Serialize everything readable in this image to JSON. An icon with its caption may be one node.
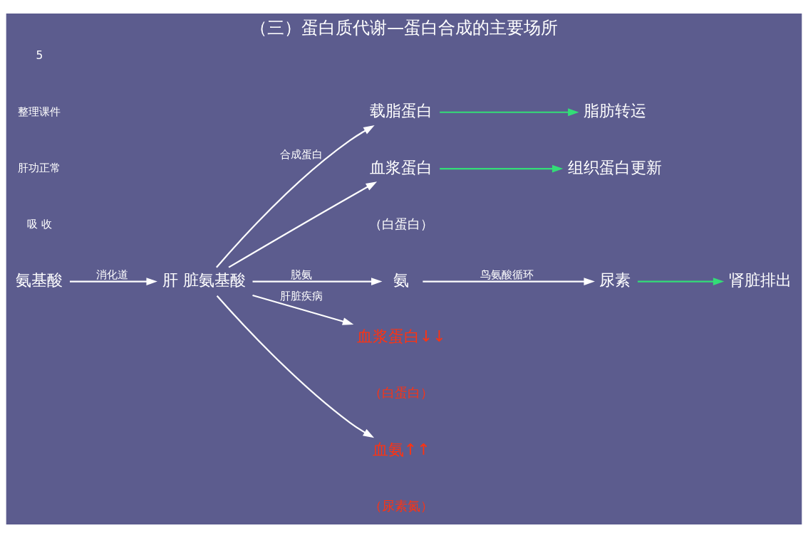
{
  "diagram": {
    "title": "（三）蛋白质代谢—蛋白合成的主要场所",
    "nodes": [
      {
        "text": [
          "氨基酸"
        ]
      },
      {
        "text": [
          "肝 脏氨基酸"
        ]
      },
      {
        "text": [
          "载脂蛋白"
        ]
      },
      {
        "text": [
          "脂肪转运"
        ]
      },
      {
        "text": [
          "血浆蛋白"
        ],
        "beside": [
          "（白蛋白）"
        ]
      },
      {
        "text": [
          "组织蛋白更新"
        ]
      },
      {
        "text": [
          "氨"
        ]
      },
      {
        "text": [
          "尿素"
        ]
      },
      {
        "text": [
          "肾脏排出"
        ]
      },
      {
        "text": [
          "血浆蛋白↓↓"
        ],
        "beside": [
          "（白蛋白）"
        ]
      },
      {
        "text": [
          "血氨↑↑"
        ],
        "beside": [
          "（尿素氮）"
        ]
      }
    ],
    "edges": [
      {
        "from": 0,
        "to": 1,
        "arrow": "to",
        "label": "消化道"
      },
      {
        "from": 1,
        "to": 2,
        "arrow": "to",
        "label": "合成蛋白"
      },
      {
        "from": 1,
        "to": 4,
        "arrow": "to"
      },
      {
        "from": 2,
        "to": 3,
        "arrow": "to",
        "color": "#33dd77"
      },
      {
        "from": 4,
        "to": 5,
        "arrow": "to",
        "color": "#33dd77"
      },
      {
        "from": 1,
        "to": 6,
        "arrow": "to",
        "label": "脱氨"
      },
      {
        "from": 6,
        "to": 7,
        "arrow": "to",
        "label": "鸟氨酸循环"
      },
      {
        "from": 7,
        "to": 8,
        "arrow": "to",
        "color": "#33dd77"
      },
      {
        "from": 1,
        "to": 9,
        "arrow": "to",
        "label": "肝脏疾病"
      },
      {
        "from": 1,
        "to": 10,
        "arrow": "to"
      }
    ],
    "labels": [
      "吸 收",
      "肝功正常",
      "整理课件",
      "5"
    ]
  }
}
